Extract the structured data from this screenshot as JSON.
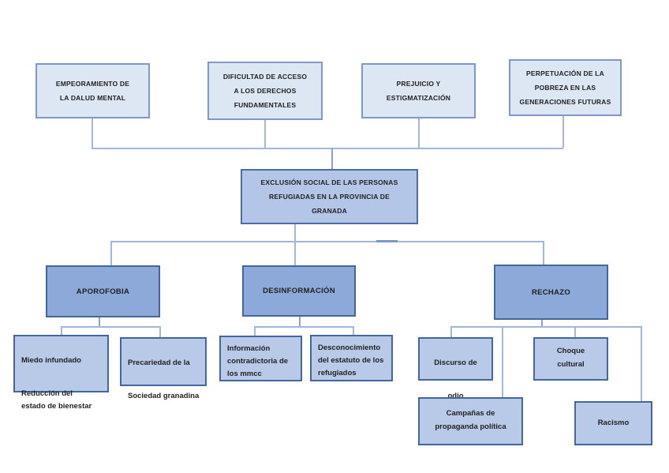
{
  "diagram": {
    "title_theme": "Exclusión social de las personas refugiadas",
    "effects": [
      {
        "label": "EMPEORAMIENTO DE\nLA DALUD MENTAL"
      },
      {
        "label": "DIFICULTAD DE ACCESO\nA LOS DERECHOS\nFUNDAMENTALES"
      },
      {
        "label": "PREJUICIO Y\nESTIGMATIZACIÓN"
      },
      {
        "label": "PERPETUACIÓN DE LA\nPOBREZA EN LAS\nGENERACIONES FUTURAS"
      }
    ],
    "central": {
      "label": "EXCLUSIÓN SOCIAL DE LAS PERSONAS\nREFUGIADAS EN LA PROVINCIA DE\nGRANADA"
    },
    "causes": [
      {
        "label": "APOROFOBIA"
      },
      {
        "label": "DESINFORMACIÓN"
      },
      {
        "label": "RECHAZO"
      }
    ],
    "sub_boxes": {
      "miedo": {
        "para1": "Miedo infundado",
        "para2": "Reducción del\nestado de bienestar"
      },
      "precariedad": {
        "para1": "Precariedad de la",
        "para2": "Sociedad granadina"
      },
      "informacion": {
        "text": "Información\ncontradictoria de\nlos mmcc"
      },
      "desconocimiento": {
        "text": "Desconocimiento\ndel estatuto de los\nrefugiados"
      },
      "discurso": {
        "para1": "Discurso de",
        "para2": "odio"
      },
      "choque": {
        "text": "Choque\ncultural"
      },
      "campanas": {
        "text": "Campañas de\npropaganda política"
      },
      "racismo": {
        "text": "Racismo"
      }
    }
  },
  "colors": {
    "top_fill": "#dde6f3",
    "top_border": "#7e99c9",
    "central_fill": "#b3c6e7",
    "mid_fill": "#8da9d9",
    "sub_fill": "#b9cae9",
    "dark_border": "#44669e",
    "connector": "#a3b7dc",
    "text": "#1f1f1f"
  }
}
